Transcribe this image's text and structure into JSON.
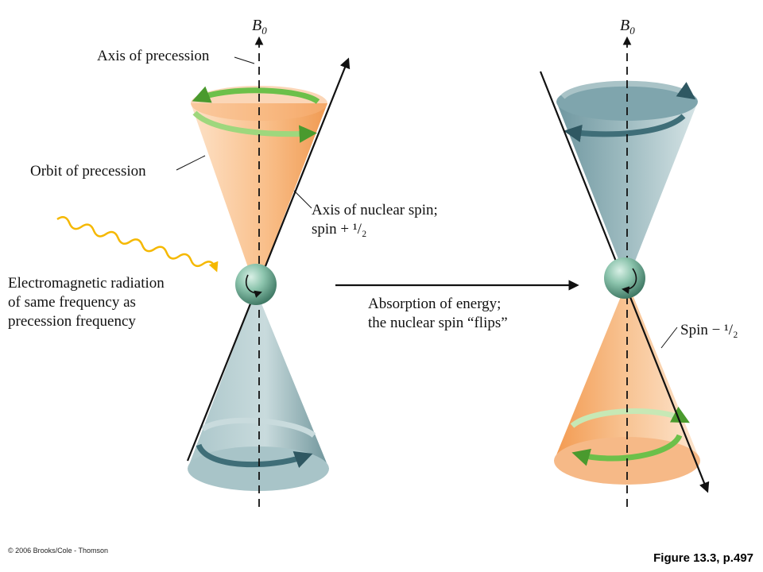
{
  "labels": {
    "b0_left": "B",
    "b0_left_sub": "0",
    "b0_right": "B",
    "b0_right_sub": "0",
    "axis_of_precession": "Axis of precession",
    "orbit_of_precession": "Orbit of precession",
    "axis_nuclear_spin_line1": "Axis of nuclear spin;",
    "axis_nuclear_spin_line2": "spin + ¹/₂",
    "em_radiation_line1": "Electromagnetic radiation",
    "em_radiation_line2": "of same frequency as",
    "em_radiation_line3": "precession frequency",
    "absorption_line1": "Absorption of energy;",
    "absorption_line2": "the nuclear spin “flips”",
    "spin_minus_half": "Spin − ¹/₂"
  },
  "footer": {
    "copyright": "© 2006 Brooks/Cole - Thomson",
    "figure_ref": "Figure 13.3, p.497"
  },
  "colors": {
    "orange_cone": "#f7a869",
    "blue_cone": "#7fa7ad",
    "green_arrow": "#6cc04a",
    "dark_teal_arrow": "#3f6e78",
    "sphere": "#7fb8a4",
    "wave": "#f5b800"
  }
}
